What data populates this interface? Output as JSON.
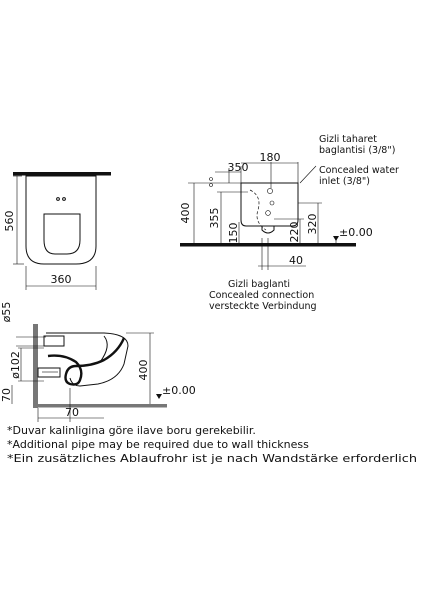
{
  "top_view": {
    "dim_height": "560",
    "dim_width": "360"
  },
  "side_view": {
    "dim_350": "350",
    "dim_180": "180",
    "dim_400": "400",
    "dim_355": "355",
    "dim_150": "150",
    "dim_220": "220",
    "dim_320": "320",
    "dim_40": "40",
    "level": "±0.00",
    "label_bidet_tr": "Gizli taharet",
    "label_bidet_tr2": "baglantisi (3/8\")",
    "label_water_en": "Concealed water",
    "label_water_en2": "inlet (3/8\")",
    "label_conn_tr": "Gizli baglanti",
    "label_conn_en": "Concealed connection",
    "label_conn_de": "versteckte Verbindung"
  },
  "section_view": {
    "dim_55": "ø55",
    "dim_102": "ø102",
    "dim_400": "400",
    "dim_70_left": "70",
    "dim_70_bottom": "70",
    "level": "±0.00"
  },
  "notes": [
    "*Duvar kalinligina göre ilave boru gerekebilir.",
    "*Additional pipe may be required due to wall thickness",
    "*Ein zusätzliches Ablaufrohr ist je nach Wandstärke erforderlich"
  ]
}
